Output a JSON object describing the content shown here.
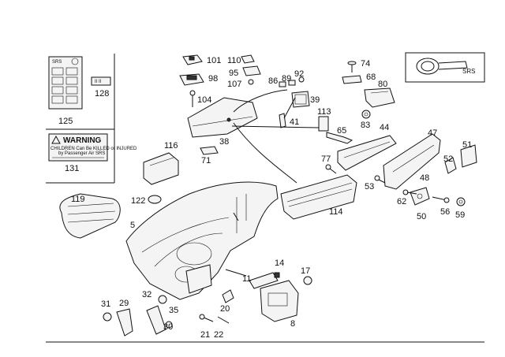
{
  "callouts": [
    {
      "id": "p101",
      "text": "101"
    },
    {
      "id": "p110",
      "text": "110"
    },
    {
      "id": "p98",
      "text": "98"
    },
    {
      "id": "p95",
      "text": "95"
    },
    {
      "id": "p107",
      "text": "107"
    },
    {
      "id": "p86",
      "text": "86"
    },
    {
      "id": "p89",
      "text": "89"
    },
    {
      "id": "p92",
      "text": "92"
    },
    {
      "id": "p74",
      "text": "74"
    },
    {
      "id": "p68",
      "text": "68"
    },
    {
      "id": "p80",
      "text": "80"
    },
    {
      "id": "p104",
      "text": "104"
    },
    {
      "id": "p39",
      "text": "39"
    },
    {
      "id": "p41",
      "text": "41"
    },
    {
      "id": "p113",
      "text": "113"
    },
    {
      "id": "p83",
      "text": "83"
    },
    {
      "id": "p65",
      "text": "65"
    },
    {
      "id": "p44",
      "text": "44"
    },
    {
      "id": "p47",
      "text": "47"
    },
    {
      "id": "p128",
      "text": "128"
    },
    {
      "id": "p125",
      "text": "125"
    },
    {
      "id": "p116",
      "text": "116"
    },
    {
      "id": "p38",
      "text": "38"
    },
    {
      "id": "p71",
      "text": "71"
    },
    {
      "id": "p131",
      "text": "131"
    },
    {
      "id": "p77",
      "text": "77"
    },
    {
      "id": "p52",
      "text": "52"
    },
    {
      "id": "p51",
      "text": "51"
    },
    {
      "id": "p48",
      "text": "48"
    },
    {
      "id": "p53",
      "text": "53"
    },
    {
      "id": "p122",
      "text": "122"
    },
    {
      "id": "p119",
      "text": "119"
    },
    {
      "id": "p62",
      "text": "62"
    },
    {
      "id": "p114",
      "text": "114"
    },
    {
      "id": "p50",
      "text": "50"
    },
    {
      "id": "p56",
      "text": "56"
    },
    {
      "id": "p59",
      "text": "59"
    },
    {
      "id": "p5",
      "text": "5"
    },
    {
      "id": "p14",
      "text": "14"
    },
    {
      "id": "p17",
      "text": "17"
    },
    {
      "id": "p11",
      "text": "11"
    },
    {
      "id": "p31",
      "text": "31"
    },
    {
      "id": "p29",
      "text": "29"
    },
    {
      "id": "p32",
      "text": "32"
    },
    {
      "id": "p35",
      "text": "35"
    },
    {
      "id": "p30",
      "text": "30"
    },
    {
      "id": "p20",
      "text": "20"
    },
    {
      "id": "p21",
      "text": "21"
    },
    {
      "id": "p22",
      "text": "22"
    },
    {
      "id": "p8",
      "text": "8"
    }
  ],
  "labels": {
    "srs_box": "SRS",
    "srs_small": "SRS",
    "label_128": "II II",
    "warning_title": "WARNING",
    "warning_line1": "CHILDREN Can Be KILLED or INJURED",
    "warning_line2": "by Passenger Air SRS"
  }
}
